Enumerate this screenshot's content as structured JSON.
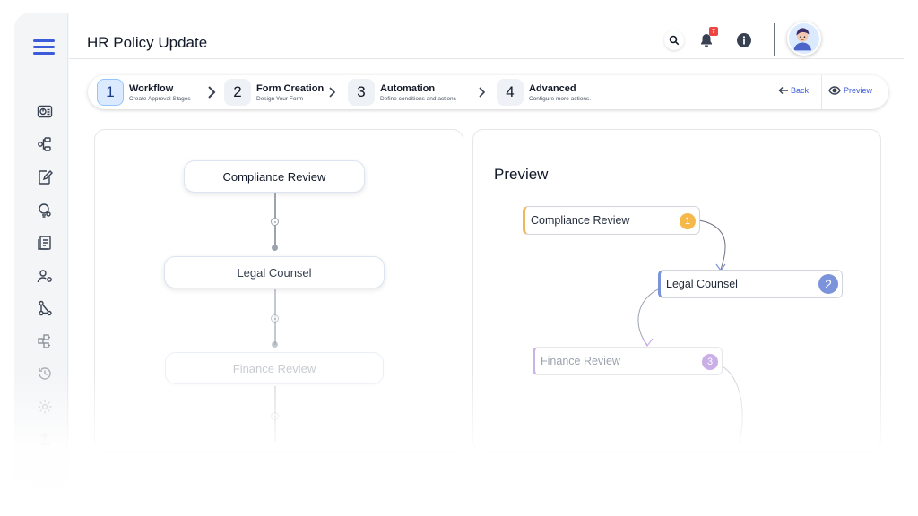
{
  "header": {
    "title": "HR Policy Update",
    "notification_count": "7"
  },
  "stepper": {
    "steps": [
      {
        "number": "1",
        "title": "Workflow",
        "subtitle": "Create Approval Stages"
      },
      {
        "number": "2",
        "title": "Form Creation",
        "subtitle": "Design Your Form"
      },
      {
        "number": "3",
        "title": "Automation",
        "subtitle": "Define conditions and actions"
      },
      {
        "number": "4",
        "title": "Advanced",
        "subtitle": "Configure more actions."
      }
    ],
    "back_label": "Back",
    "preview_label": "Preview"
  },
  "workflow": {
    "nodes": [
      "Compliance Review",
      "Legal Counsel",
      "Finance Review"
    ]
  },
  "preview": {
    "title": "Preview",
    "nodes": [
      {
        "label": "Compliance Review",
        "number": "1",
        "color": "#f5b84a"
      },
      {
        "label": "Legal Counsel",
        "number": "2",
        "color": "#7b93db"
      },
      {
        "label": "Finance Review",
        "number": "3",
        "color": "#c9aee8"
      }
    ]
  },
  "theme": {
    "accent": "#3b5bdb",
    "badge": "#ef4444"
  },
  "icons": {
    "sidebar": [
      "dashboard-icon",
      "workflow-icon",
      "form-edit-icon",
      "settings-bulb-icon",
      "documents-icon",
      "user-settings-icon",
      "network-icon",
      "integrations-icon",
      "history-icon",
      "gear-icon",
      "upload-icon"
    ]
  }
}
